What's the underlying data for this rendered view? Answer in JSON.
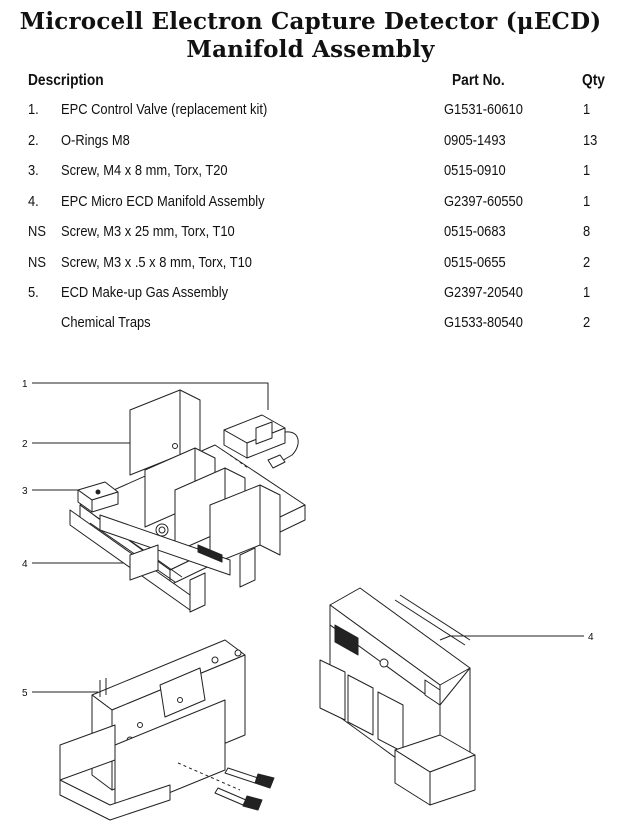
{
  "title_line1": "Microcell Electron Capture Detector (μECD)",
  "title_line2": "Manifold Assembly",
  "headers": {
    "description": "Description",
    "part_no": "Part No.",
    "qty": "Qty"
  },
  "rows": [
    {
      "idx": "1.",
      "desc": "EPC Control Valve (replacement kit)",
      "part": "G1531-60610",
      "qty": "1"
    },
    {
      "idx": "2.",
      "desc": "O-Rings M8",
      "part": "0905-1493",
      "qty": "13"
    },
    {
      "idx": "3.",
      "desc": "Screw, M4 x 8 mm, Torx, T20",
      "part": "0515-0910",
      "qty": "1"
    },
    {
      "idx": "4.",
      "desc": "EPC Micro  ECD Manifold Assembly",
      "part": "G2397-60550",
      "qty": "1"
    },
    {
      "idx": "NS",
      "desc": "Screw, M3 x 25 mm, Torx, T10",
      "part": "0515-0683",
      "qty": "8"
    },
    {
      "idx": "NS",
      "desc": "Screw, M3 x .5 x 8 mm, Torx, T10",
      "part": "0515-0655",
      "qty": "2"
    },
    {
      "idx": "5.",
      "desc": "ECD Make-up Gas Assembly",
      "part": "G2397-20540",
      "qty": "1"
    },
    {
      "idx": "",
      "desc": "Chemical Traps",
      "part": "G1533-80540",
      "qty": "2"
    }
  ],
  "callouts": {
    "c1": "1",
    "c2": "2",
    "c3": "3",
    "c4a": "4",
    "c4b": "4",
    "c5": "5"
  }
}
